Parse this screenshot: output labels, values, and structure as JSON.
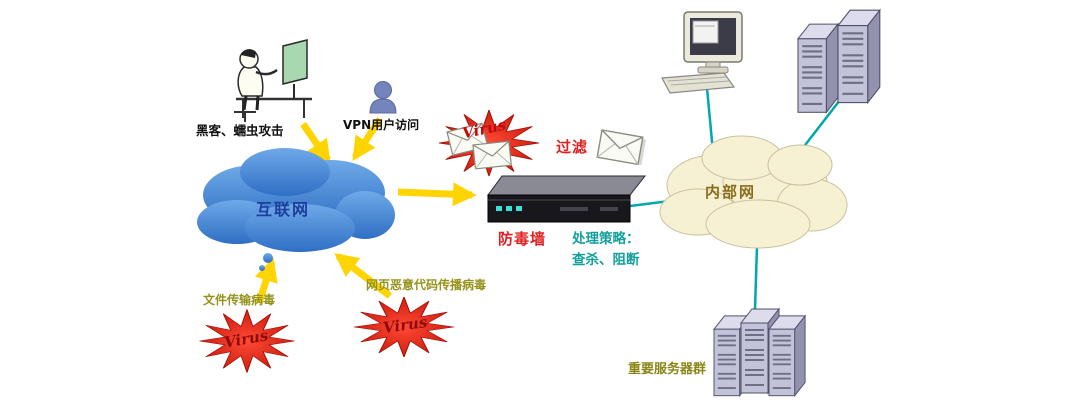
{
  "diagram": {
    "labels": {
      "hacker": "黑客、蠕虫攻击",
      "vpn_user": "VPN用户访问",
      "internet": "互联网",
      "virus_top": "Virus",
      "filter": "过滤",
      "firewall": "防毒墙",
      "strategy_line1": "处理策略：",
      "strategy_line2": "查杀、阻断",
      "intranet": "内部网",
      "file_virus": "文件传输病毒",
      "web_virus": "网页恶意代码传播病毒",
      "virus_left": "Virus",
      "virus_mid": "Virus",
      "server_group": "重要服务器群"
    },
    "colors": {
      "internet_cloud": "#3f7fd1",
      "intranet_cloud": "#f7f1d3",
      "virus_burst": "#e02015",
      "arrow_yellow": "#ffd400",
      "link_teal": "#00a8ad",
      "label_red": "#e02020",
      "label_teal": "#12a09c",
      "label_olive": "#96931c",
      "label_brown": "#8a6d1a",
      "label_blue": "#1d3e9c"
    }
  }
}
